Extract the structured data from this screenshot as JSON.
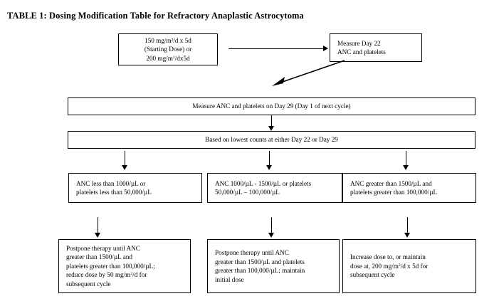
{
  "document": {
    "title": "TABLE 1: Dosing Modification Table for Refractory Anaplastic Astrocytoma"
  },
  "flowchart": {
    "type": "flowchart",
    "orientation": "top-to-bottom",
    "nodes": {
      "starting_dose": {
        "id": "starting-dose",
        "lines": [
          "150 mg/m²/d x 5d",
          "(Starting Dose) or",
          "200 mg/m²/dx5d"
        ],
        "line1": "150 mg/m²/d x 5d",
        "line2": "(Starting Dose) or",
        "line3_prefix": "200 mg/m",
        "line3_sup": "2",
        "line3_suffix": "/dx5d"
      },
      "measure_day22": {
        "id": "measure-day-22",
        "line1": "Measure Day 22",
        "line2": "ANC and platelets"
      },
      "measure_day29": {
        "id": "measure-day-29",
        "text": "Measure ANC and platelets on Day 29 (Day 1 of next cycle)"
      },
      "lowest_counts": {
        "id": "lowest-counts",
        "text": "Based on lowest counts at either Day 22 or Day 29"
      },
      "criteria_low": {
        "id": "criteria-low",
        "line1": "ANC less than 1000/µL or",
        "line2": "platelets less than 50,000/µL"
      },
      "criteria_mid": {
        "id": "criteria-mid",
        "line1": "ANC 1000/µL - 1500/µL or platelets",
        "line2": "50,000/µL – 100,000/µL"
      },
      "criteria_high": {
        "id": "criteria-high",
        "line1": "ANC greater than 1500/µL and",
        "line2": "platelets greater than 100,000/µL"
      },
      "action_low": {
        "id": "action-low",
        "line1": "Postpone therapy until ANC",
        "line2": "greater than 1500/µL and",
        "line3": "platelets greater than 100,000/µL;",
        "line4_prefix": "reduce dose by 50 mg/m",
        "line4_sup": "2",
        "line4_suffix": "/d for",
        "line5": "subsequent cycle"
      },
      "action_mid": {
        "id": "action-mid",
        "line1": "Postpone therapy until ANC",
        "line2": "greater than 1500/µL and platelets",
        "line3": "greater than 100,000/µL; maintain",
        "line4": "initial dose"
      },
      "action_high": {
        "id": "action-high",
        "line1": "Increase dose to, or maintain",
        "line2_prefix": "dose at, 200 mg/m",
        "line2_sup": "2",
        "line2_suffix": "/d x 5d for",
        "line3": "subsequent cycle"
      }
    },
    "edges": [
      {
        "from": "starting-dose",
        "to": "measure-day-22",
        "style": "horizontal-arrow"
      },
      {
        "from": "measure-day-22",
        "to": "measure-day-29",
        "style": "diagonal-arrow-down-left"
      },
      {
        "from": "measure-day-29",
        "to": "lowest-counts",
        "style": "vertical-arrow"
      },
      {
        "from": "lowest-counts",
        "to": "criteria-low",
        "style": "vertical-arrow"
      },
      {
        "from": "lowest-counts",
        "to": "criteria-mid",
        "style": "vertical-arrow"
      },
      {
        "from": "lowest-counts",
        "to": "criteria-high",
        "style": "vertical-arrow"
      },
      {
        "from": "criteria-low",
        "to": "action-low",
        "style": "vertical-arrow"
      },
      {
        "from": "criteria-mid",
        "to": "action-mid",
        "style": "vertical-arrow"
      },
      {
        "from": "criteria-high",
        "to": "action-high",
        "style": "vertical-arrow"
      }
    ]
  },
  "colors": {
    "background": "#ffffff",
    "border": "#000000",
    "text": "#000000"
  }
}
